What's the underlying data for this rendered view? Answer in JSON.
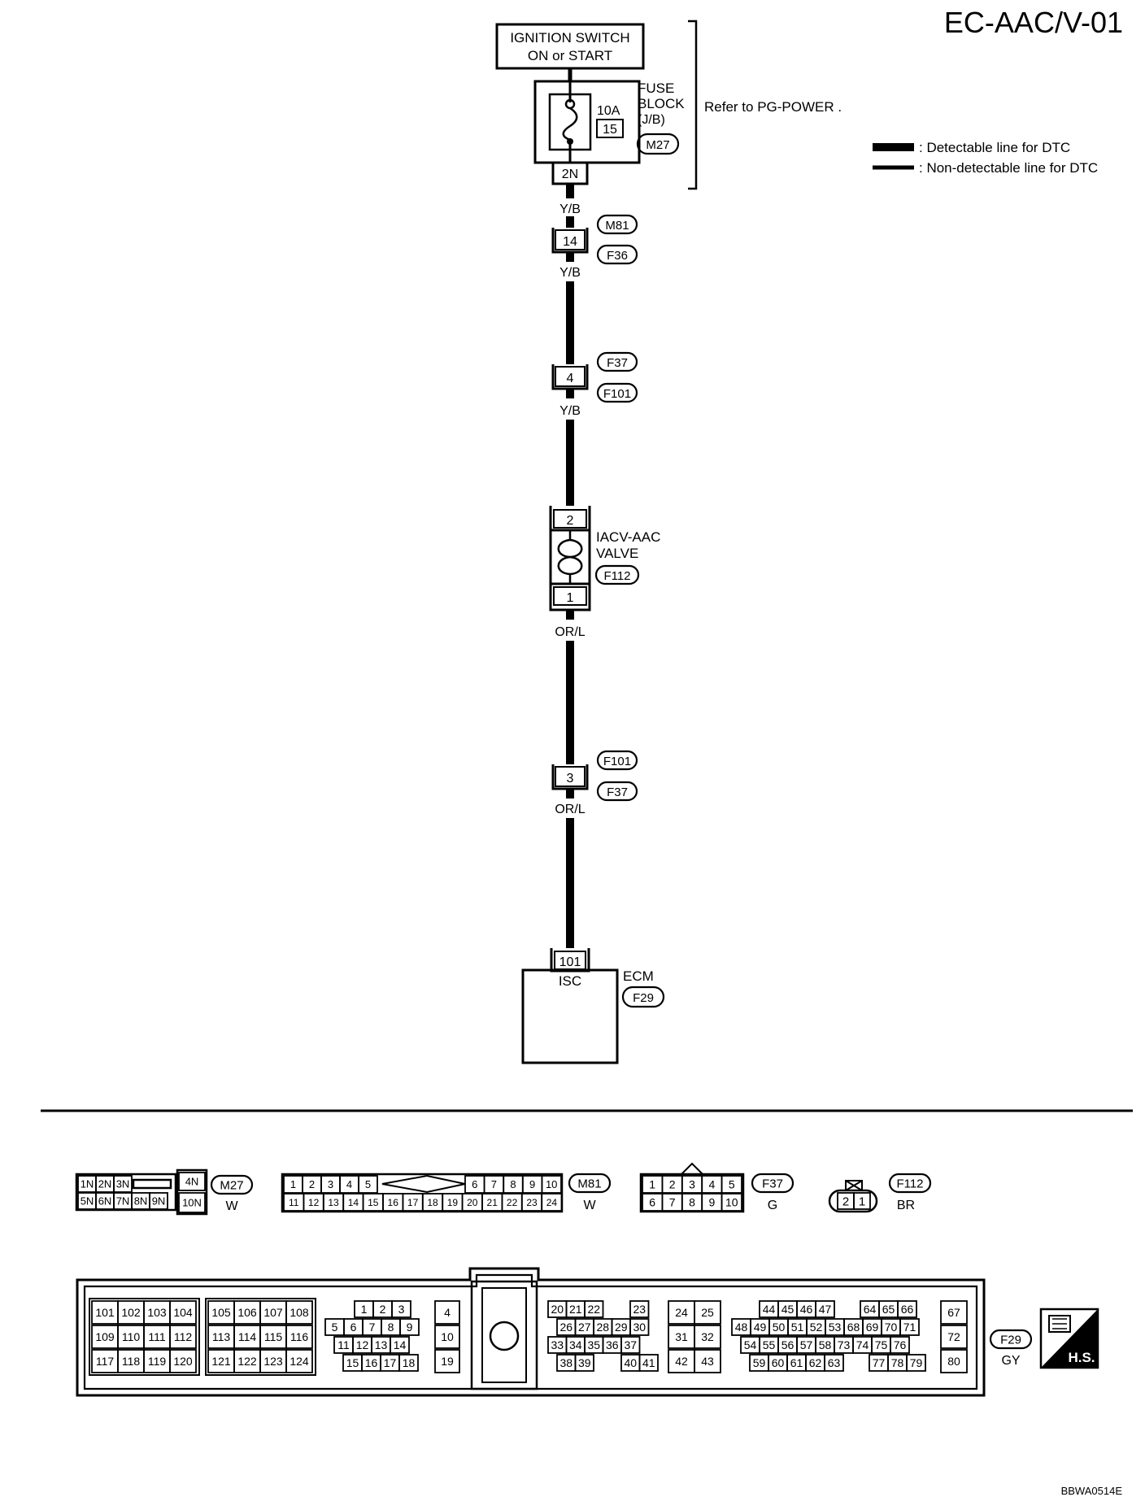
{
  "page": {
    "diagram_id": "EC-AAC/V-01",
    "figure_code": "BBWA0514E"
  },
  "legend": {
    "detectable": ": Detectable line for DTC",
    "non_detectable": ": Non-detectable line for DTC"
  },
  "components": {
    "ignition_switch": {
      "line1": "IGNITION SWITCH",
      "line2": "ON or START"
    },
    "fuse_block": {
      "line1": "FUSE",
      "line2": "BLOCK",
      "line3": "(J/B)",
      "amperage": "10A",
      "fuse_number": "15",
      "connector": "M27",
      "terminal": "2N"
    },
    "refer": {
      "text": "Refer to  PG-POWER ."
    },
    "iacv": {
      "line1": "IACV-AAC",
      "line2": "VALVE",
      "connector": "F112",
      "pin_top": "2",
      "pin_bottom": "1"
    },
    "ecm": {
      "label": "ECM",
      "connector": "F29",
      "terminal": "101",
      "terminal_label": "ISC"
    }
  },
  "joints": {
    "j1": {
      "pin": "14",
      "conn_top": "M81",
      "conn_bottom": "F36"
    },
    "j2": {
      "pin": "4",
      "conn_top": "F37",
      "conn_bottom": "F101"
    },
    "j3": {
      "pin": "3",
      "conn_top": "F101",
      "conn_bottom": "F37"
    }
  },
  "wires": {
    "w1": "Y/B",
    "w2": "Y/B",
    "w3": "Y/B",
    "w4": "OR/L",
    "w5": "OR/L"
  },
  "connector_views": {
    "m27": {
      "id": "M27",
      "color": "W",
      "top": [
        "1N",
        "2N",
        "3N"
      ],
      "bottom": [
        "5N",
        "6N",
        "7N",
        "8N",
        "9N"
      ],
      "side_top": "4N",
      "side_bottom": "10N"
    },
    "m81": {
      "id": "M81",
      "color": "W",
      "top_left": [
        "1",
        "2",
        "3",
        "4",
        "5"
      ],
      "top_right": [
        "6",
        "7",
        "8",
        "9",
        "10"
      ],
      "bottom": [
        "11",
        "12",
        "13",
        "14",
        "15",
        "16",
        "17",
        "18",
        "19",
        "20",
        "21",
        "22",
        "23",
        "24"
      ]
    },
    "f37": {
      "id": "F37",
      "color": "G",
      "top": [
        "1",
        "2",
        "3",
        "4",
        "5"
      ],
      "bottom": [
        "6",
        "7",
        "8",
        "9",
        "10"
      ]
    },
    "f112": {
      "id": "F112",
      "color": "BR",
      "pins": [
        "2",
        "1"
      ]
    },
    "f29": {
      "id": "F29",
      "color": "GY",
      "block1": [
        [
          "101",
          "102",
          "103",
          "104"
        ],
        [
          "109",
          "110",
          "111",
          "112"
        ],
        [
          "117",
          "118",
          "119",
          "120"
        ]
      ],
      "block2": [
        [
          "105",
          "106",
          "107",
          "108"
        ],
        [
          "113",
          "114",
          "115",
          "116"
        ],
        [
          "121",
          "122",
          "123",
          "124"
        ]
      ],
      "block3_r1": [
        "1",
        "2",
        "3"
      ],
      "block3_r2": [
        "5",
        "6",
        "7",
        "8",
        "9"
      ],
      "block3_r3": [
        "11",
        "12",
        "13",
        "14"
      ],
      "block3_r4": [
        "15",
        "16",
        "17",
        "18"
      ],
      "block4": [
        "4",
        "10",
        "19"
      ],
      "block5_r1a": [
        "20",
        "21",
        "22"
      ],
      "block5_r1b": [
        "23"
      ],
      "block5_r2": [
        "26",
        "27",
        "28",
        "29",
        "30"
      ],
      "block5_r3": [
        "33",
        "34",
        "35",
        "36",
        "37"
      ],
      "block5_r4a": [
        "38",
        "39"
      ],
      "block5_r4b": [
        "40",
        "41"
      ],
      "block6": [
        [
          "24",
          "25"
        ],
        [
          "31",
          "32"
        ],
        [
          "42",
          "43"
        ]
      ],
      "block7_r1a": [
        "44",
        "45",
        "46",
        "47"
      ],
      "block7_r1b": [
        "64",
        "65",
        "66"
      ],
      "block7_r2": [
        "48",
        "49",
        "50",
        "51",
        "52",
        "53",
        "68",
        "69",
        "70",
        "71"
      ],
      "block7_r3": [
        "54",
        "55",
        "56",
        "57",
        "58",
        "73",
        "74",
        "75",
        "76"
      ],
      "block7_r4a": [
        "59",
        "60",
        "61",
        "62",
        "63"
      ],
      "block7_r4b": [
        "77",
        "78",
        "79"
      ],
      "block8": [
        "67",
        "72",
        "80"
      ],
      "hs": "H.S."
    }
  }
}
